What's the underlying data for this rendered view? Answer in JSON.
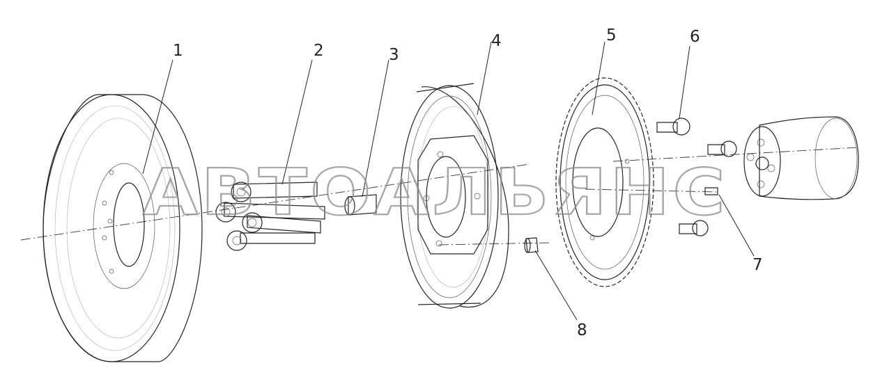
{
  "callouts": [
    {
      "id": "callout-1",
      "text": "1"
    },
    {
      "id": "callout-2",
      "text": "2"
    },
    {
      "id": "callout-3",
      "text": "3"
    },
    {
      "id": "callout-4",
      "text": "4"
    },
    {
      "id": "callout-5",
      "text": "5"
    },
    {
      "id": "callout-6",
      "text": "6"
    },
    {
      "id": "callout-7",
      "text": "7"
    },
    {
      "id": "callout-8",
      "text": "8"
    }
  ],
  "watermark": "АВТОАЛЬЯНС"
}
